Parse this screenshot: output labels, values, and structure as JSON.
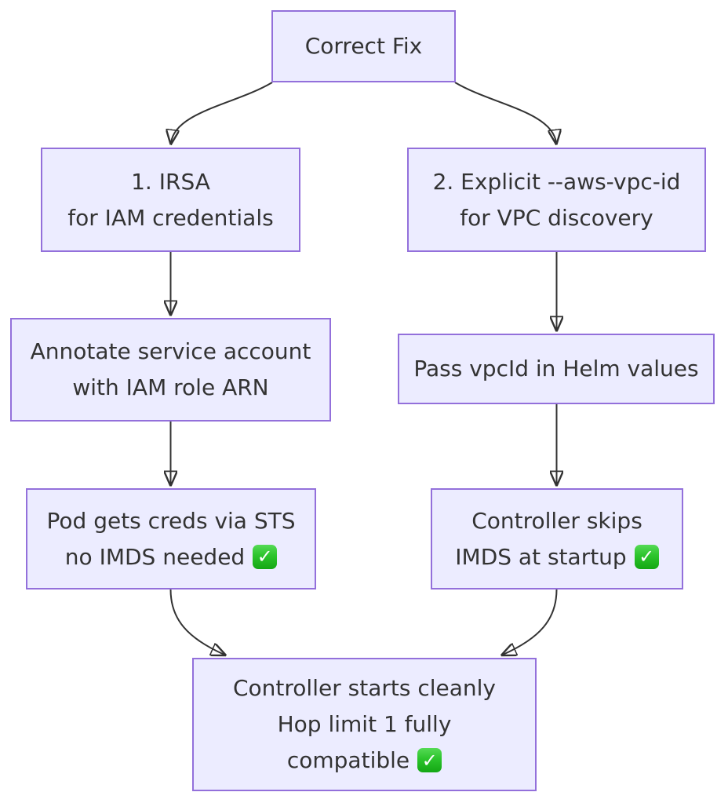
{
  "diagram": {
    "type": "flowchart",
    "check_char": "✓",
    "check_emoji_name": "white-check-mark-emoji",
    "colors": {
      "node_fill": "#ECECFF",
      "node_border": "#9370DB",
      "text": "#333333",
      "edge": "#333333",
      "check_green": "#2cc42c"
    },
    "nodes": {
      "root": {
        "lines": [
          "Correct Fix"
        ]
      },
      "irsa": {
        "lines": [
          "1. IRSA",
          "for IAM credentials"
        ]
      },
      "explicit": {
        "lines": [
          "2. Explicit --aws-vpc-id",
          "for VPC discovery"
        ]
      },
      "annotate": {
        "lines": [
          "Annotate service account",
          "with IAM role ARN"
        ]
      },
      "passvpc": {
        "lines": [
          "Pass vpcId in Helm values"
        ]
      },
      "podcreds": {
        "lines": [
          "Pod gets creds via STS",
          "no IMDS needed"
        ],
        "check": true
      },
      "skips": {
        "lines": [
          "Controller skips",
          "IMDS at startup"
        ],
        "check": true
      },
      "final": {
        "lines": [
          "Controller starts cleanly",
          "Hop limit 1 fully",
          "compatible"
        ],
        "check": true
      }
    },
    "edges": [
      {
        "from": "root",
        "to": "irsa"
      },
      {
        "from": "root",
        "to": "explicit"
      },
      {
        "from": "irsa",
        "to": "annotate"
      },
      {
        "from": "explicit",
        "to": "passvpc"
      },
      {
        "from": "annotate",
        "to": "podcreds"
      },
      {
        "from": "passvpc",
        "to": "skips"
      },
      {
        "from": "podcreds",
        "to": "final"
      },
      {
        "from": "skips",
        "to": "final"
      }
    ]
  }
}
